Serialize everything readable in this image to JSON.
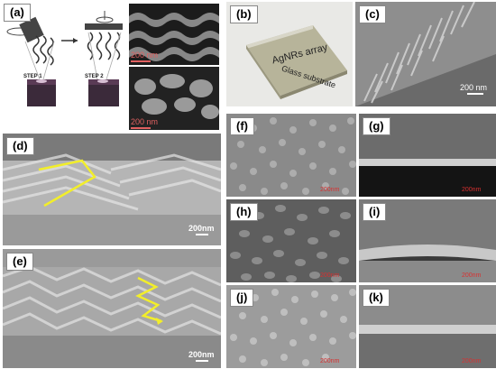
{
  "panels": {
    "a": {
      "label": "(a)",
      "step1": "STEP 1",
      "step2": "STEP 2",
      "scale_top": "200 nm",
      "scale_bottom": "200 nm"
    },
    "b": {
      "label": "(b)",
      "array_text": "AgNRs array",
      "substrate_text": "Glass substrate"
    },
    "c": {
      "label": "(c)",
      "scale": "200 nm"
    },
    "d": {
      "label": "(d)",
      "scale": "200nm"
    },
    "e": {
      "label": "(e)",
      "scale": "200nm"
    },
    "f": {
      "label": "(f)",
      "scale": "200nm"
    },
    "g": {
      "label": "(g)",
      "scale": "200nm"
    },
    "h": {
      "label": "(h)",
      "scale": "200nm"
    },
    "i": {
      "label": "(i)",
      "scale": "200nm"
    },
    "j": {
      "label": "(j)",
      "scale": "200nm"
    },
    "k": {
      "label": "(k)",
      "scale": "200nm"
    }
  },
  "colors": {
    "highlight_curve": "#f2ee2a",
    "scale_red": "#d83030",
    "scale_white": "#ffffff"
  }
}
